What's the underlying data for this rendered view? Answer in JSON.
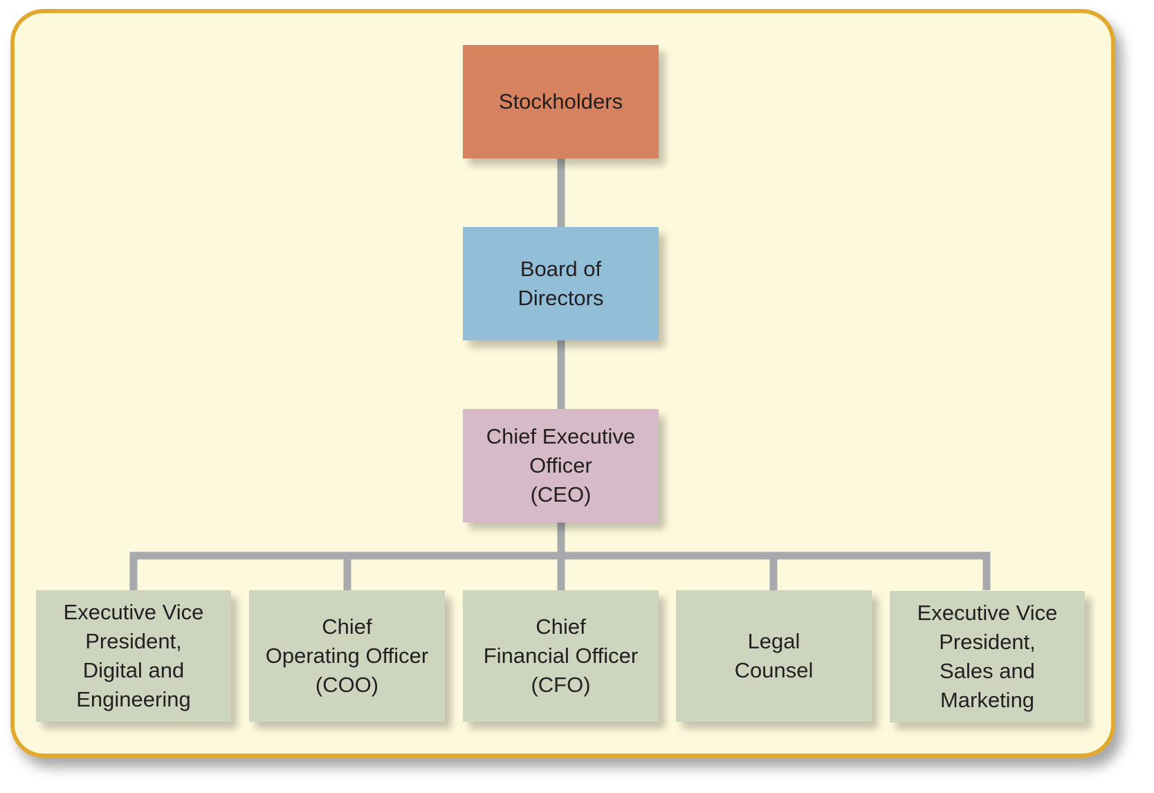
{
  "colors": {
    "panel_background": "#fdf9dc",
    "panel_border": "#e1aa2f",
    "connector": "#a7a9ac",
    "stockholders_fill": "#d6825e",
    "board_fill": "#92bed7",
    "ceo_fill": "#d6bac8",
    "officer_fill": "#cdd5be",
    "text": "#231f20"
  },
  "diagram": {
    "type": "org-chart",
    "nodes": [
      {
        "id": "stockholders",
        "label": "Stockholders"
      },
      {
        "id": "board",
        "label": "Board of\nDirectors"
      },
      {
        "id": "ceo",
        "label": "Chief Executive\nOfficer\n(CEO)"
      },
      {
        "id": "evp_digital",
        "label": "Executive Vice\nPresident,\nDigital and\nEngineering"
      },
      {
        "id": "coo",
        "label": "Chief\nOperating Officer\n(COO)"
      },
      {
        "id": "cfo",
        "label": "Chief\nFinancial Officer\n(CFO)"
      },
      {
        "id": "legal",
        "label": "Legal\nCounsel"
      },
      {
        "id": "evp_sales",
        "label": "Executive Vice\nPresident,\nSales and\nMarketing"
      }
    ],
    "edges": [
      {
        "from": "stockholders",
        "to": "board"
      },
      {
        "from": "board",
        "to": "ceo"
      },
      {
        "from": "ceo",
        "to": "evp_digital"
      },
      {
        "from": "ceo",
        "to": "coo"
      },
      {
        "from": "ceo",
        "to": "cfo"
      },
      {
        "from": "ceo",
        "to": "legal"
      },
      {
        "from": "ceo",
        "to": "evp_sales"
      }
    ]
  }
}
